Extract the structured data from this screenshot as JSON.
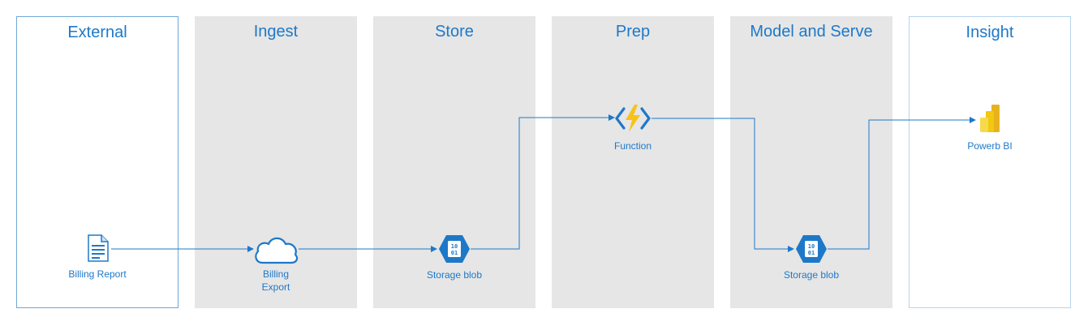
{
  "lanes": [
    {
      "title": "External"
    },
    {
      "title": "Ingest"
    },
    {
      "title": "Store"
    },
    {
      "title": "Prep"
    },
    {
      "title": "Model and Serve"
    },
    {
      "title": "Insight"
    }
  ],
  "nodes": {
    "billing_report": {
      "label": "Billing Report",
      "icon": "document-icon"
    },
    "billing_export": {
      "label_line1": "Billing",
      "label_line2": "Export",
      "icon": "cloud-icon"
    },
    "storage_blob_store": {
      "label": "Storage blob",
      "icon": "storage-blob-icon"
    },
    "function": {
      "label": "Function",
      "icon": "azure-function-icon"
    },
    "storage_blob_model": {
      "label": "Storage blob",
      "icon": "storage-blob-icon"
    },
    "power_bi": {
      "label": "Powerb BI",
      "icon": "power-bi-icon"
    }
  },
  "colors": {
    "accent": "#1e78c8",
    "lane_gray": "#e6e6e6",
    "lane_border": "#6fa7d6",
    "function_yellow": "#f8c21a",
    "powerbi_gold": "#e8b21e"
  }
}
